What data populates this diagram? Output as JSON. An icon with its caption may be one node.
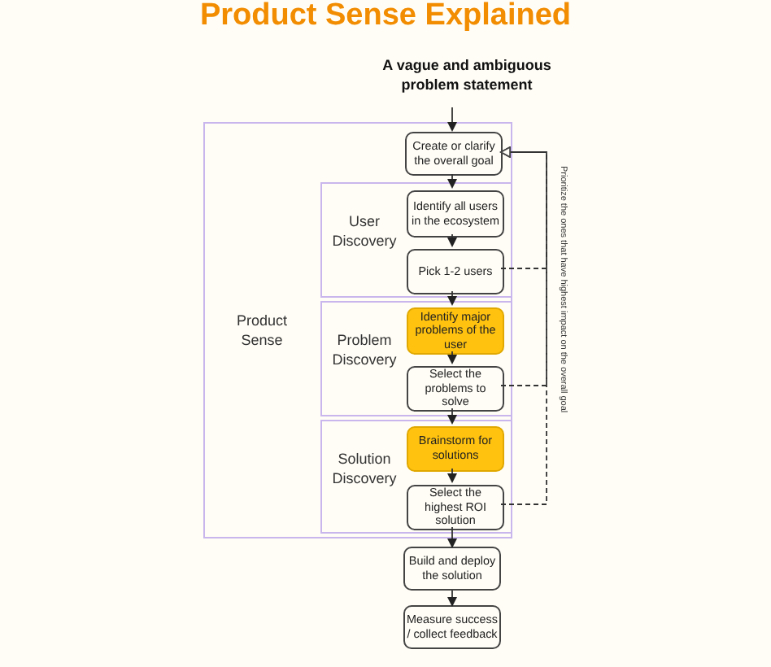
{
  "diagram": {
    "title": "Product Sense Explained",
    "nodes": [
      {
        "text": [
          "A vague and ambiguous problem statement"
        ]
      },
      {
        "text": [
          "Product Sense"
        ]
      },
      {
        "text": [
          "Create or clarify the overall goal"
        ],
        "in": 1
      },
      {
        "text": [
          "User Discovery"
        ],
        "in": 1
      },
      {
        "text": [
          "Identify all users in the ecosystem"
        ],
        "in": 3
      },
      {
        "text": [
          "Pick 1-2 users"
        ],
        "in": 3
      },
      {
        "text": [
          "Problem Discovery"
        ],
        "in": 1
      },
      {
        "text": [
          "Identify major problems of the user"
        ],
        "in": 6
      },
      {
        "text": [
          "Select the problems to solve"
        ],
        "in": 6
      },
      {
        "text": [
          "Solution Discovery"
        ],
        "in": 1
      },
      {
        "text": [
          "Brainstorm for solutions"
        ],
        "in": 9
      },
      {
        "text": [
          "Select the highest ROI solution"
        ],
        "in": 9
      },
      {
        "text": [
          "Build and deploy the solution"
        ]
      },
      {
        "text": [
          "Measure success / collect feedback"
        ]
      }
    ],
    "edges": [
      {
        "from": 0,
        "to": 2,
        "arrow": "to"
      },
      {
        "from": 2,
        "to": 4,
        "arrow": "to"
      },
      {
        "from": 4,
        "to": 5,
        "arrow": "to"
      },
      {
        "from": 5,
        "to": 7,
        "arrow": "to"
      },
      {
        "from": 7,
        "to": 8,
        "arrow": "to"
      },
      {
        "from": 8,
        "to": 10,
        "arrow": "to"
      },
      {
        "from": 10,
        "to": 11,
        "arrow": "to"
      },
      {
        "from": 11,
        "to": 12,
        "arrow": "to"
      },
      {
        "from": 12,
        "to": 13,
        "arrow": "to"
      },
      {
        "from": 5,
        "to": 2,
        "arrow": "to",
        "style": "dashed"
      },
      {
        "from": 8,
        "to": 2,
        "arrow": "to",
        "style": "dashed"
      },
      {
        "from": 11,
        "to": 2,
        "arrow": "to",
        "style": "dashed"
      }
    ],
    "labels": [
      "Prioritize the ones that have highest impact on the overall goal"
    ]
  }
}
